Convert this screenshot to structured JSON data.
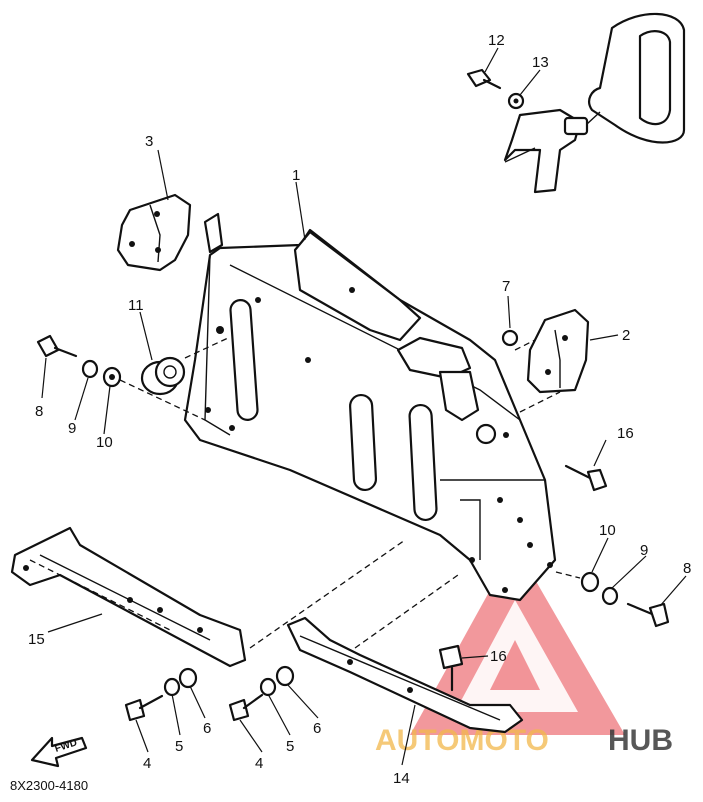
{
  "diagram": {
    "callouts": [
      "1",
      "2",
      "3",
      "4",
      "4",
      "5",
      "5",
      "6",
      "6",
      "7",
      "8",
      "8",
      "9",
      "9",
      "10",
      "10",
      "11",
      "12",
      "13",
      "14",
      "15",
      "16",
      "16"
    ],
    "fwd_label": "FWD",
    "drawing_code": "8X2300-4180"
  },
  "watermark": {
    "part1": "AUTOMOTO",
    "part2": "HUB",
    "colors": {
      "triangle": "#e8434a",
      "auto": "#f2b84b",
      "hub": "#3a3a3a"
    }
  }
}
